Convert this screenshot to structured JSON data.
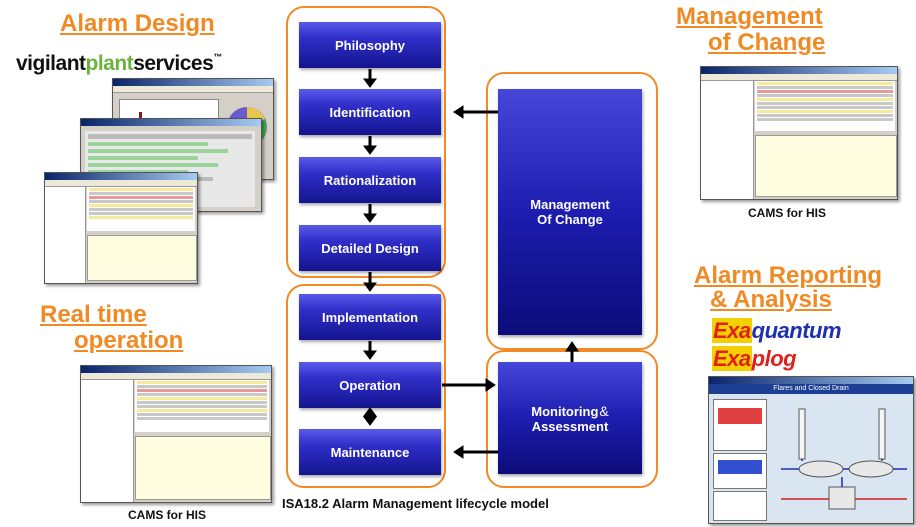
{
  "headings": {
    "alarm_design": "Alarm Design",
    "management_of_change_line1": "Management",
    "management_of_change_line2": "of Change",
    "real_time_line1": "Real time",
    "real_time_line2": "operation",
    "reporting_line1": "Alarm Reporting",
    "reporting_line2": "& Analysis"
  },
  "logos": {
    "vigilant_part1": "vigilant",
    "vigilant_part2": "plant",
    "vigilant_part3": "services",
    "vigilant_tm": "™",
    "exaquantum_prefix": "Exa",
    "exaquantum_suffix": "quantum",
    "exaplog_prefix": "Exa",
    "exaplog_suffix": "plog"
  },
  "captions": {
    "cams_top": "CAMS for HIS",
    "cams_bottom": "CAMS for HIS",
    "model_title": "ISA18.2  Alarm Management lifecycle model"
  },
  "stages": {
    "philosophy": "Philosophy",
    "identification": "Identification",
    "rationalization": "Rationalization",
    "detailed_design": "Detailed Design",
    "implementation": "Implementation",
    "operation": "Operation",
    "maintenance": "Maintenance"
  },
  "side_boxes": {
    "moc_line1": "Management",
    "moc_line2": "Of  Change",
    "monitoring_line1": "Monitoring",
    "monitoring_amp": "&",
    "monitoring_line2": "Assessment"
  },
  "screens": {
    "hmi_title": "Flares and Closed Drain"
  },
  "colors": {
    "accent_orange": "#f08a24",
    "box_blue": "#1d1db0",
    "vigilant_green": "#6cb33e",
    "exa_red": "#e0201b",
    "exa_blue": "#1e2fb0"
  }
}
